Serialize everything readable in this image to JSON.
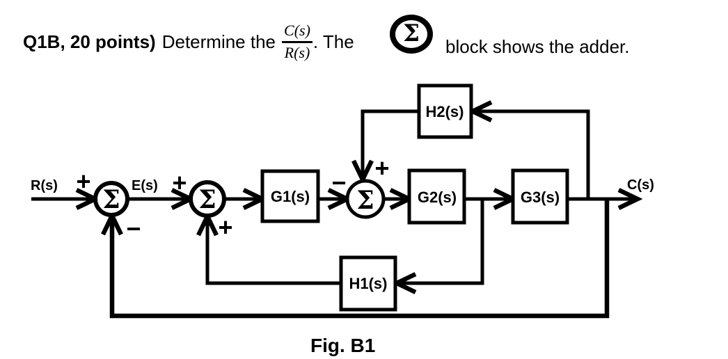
{
  "question": {
    "bold_prefix": "Q1B, 20 points)",
    "before_fraction": "Determine the",
    "fraction_numerator": "C(s)",
    "fraction_denominator": "R(s)",
    "after_fraction": ". The",
    "sigma": "Σ",
    "after_sigma": "block shows the adder."
  },
  "caption": "Fig. B1",
  "diagram": {
    "sigma": "Σ",
    "input_label": "R(s)",
    "error_label": "E(s)",
    "output_label": "C(s)",
    "blocks": {
      "g1": "G1(s)",
      "g2": "G2(s)",
      "g3": "G3(s)",
      "h1": "H1(s)",
      "h2": "H2(s)"
    },
    "signs": {
      "sum1_input": "+",
      "sum1_feedback": "−",
      "sum2_input": "+",
      "sum2_feedback": "+",
      "sum3_input": "−",
      "sum3_top": "+"
    }
  },
  "colors": {
    "ink": "#000000",
    "background": "#ffffff"
  }
}
